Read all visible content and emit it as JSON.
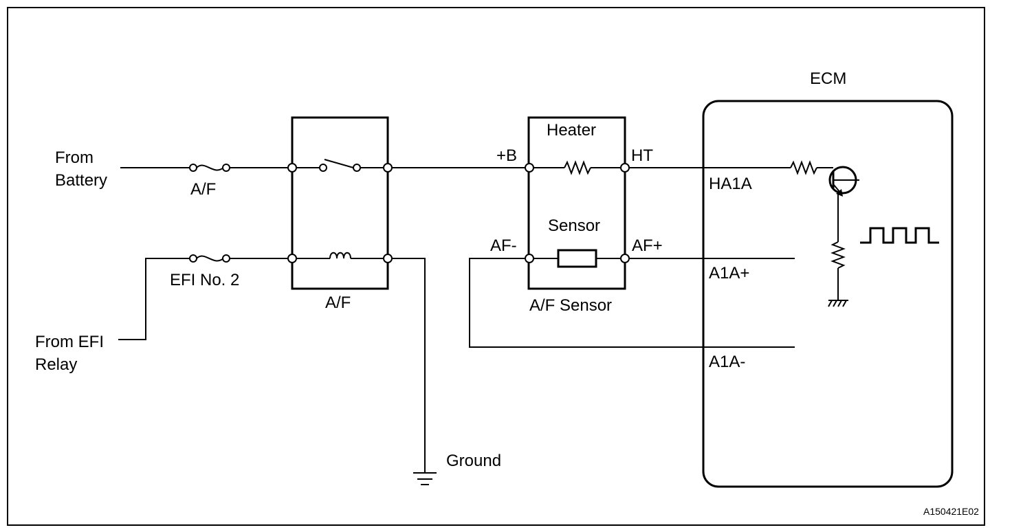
{
  "labels": {
    "from_battery_1": "From",
    "from_battery_2": "Battery",
    "fuse_af": "A/F",
    "fuse_efi": "EFI No. 2",
    "from_efi_1": "From EFI",
    "from_efi_2": "Relay",
    "relay_af": "A/F",
    "ground": "Ground",
    "heater": "Heater",
    "plus_b": "+B",
    "ht": "HT",
    "sensor": "Sensor",
    "af_minus": "AF-",
    "af_plus": "AF+",
    "af_sensor": "A/F Sensor",
    "ecm": "ECM",
    "ha1a": "HA1A",
    "a1a_plus": "A1A+",
    "a1a_minus": "A1A-",
    "figure_id": "A150421E02"
  }
}
